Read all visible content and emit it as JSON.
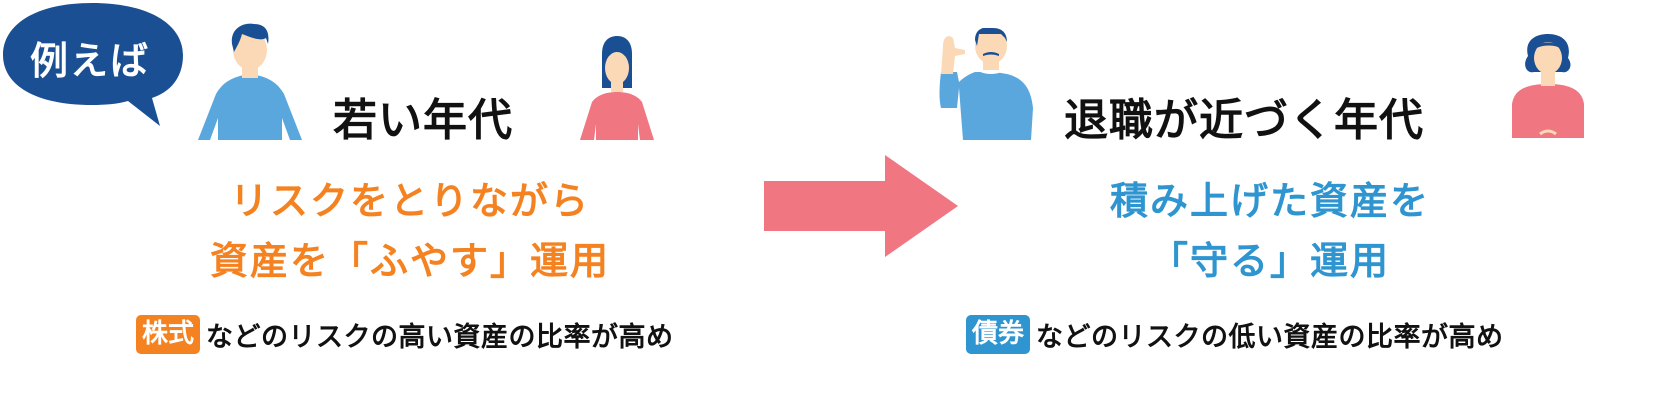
{
  "bubble": {
    "label": "例えば",
    "color": "#1b4f93"
  },
  "left": {
    "heading": "若い年代",
    "main_line1": "リスクをとりながら",
    "main_line2": "資産を「ふやす」運用",
    "badge": "株式",
    "description": "などのリスクの高い資産の比率が高め",
    "accent_color": "#f58220"
  },
  "arrow": {
    "icon": "right-arrow-icon",
    "color": "#f07682"
  },
  "right": {
    "heading": "退職が近づく年代",
    "main_line1": "積み上げた資産を",
    "main_line2": "「守る」運用",
    "badge": "債券",
    "description": "などのリスクの低い資産の比率が高め",
    "accent_color": "#2e95d0"
  },
  "figures": {
    "young_man": "young-man-icon",
    "young_woman": "young-woman-icon",
    "older_man": "older-man-icon",
    "older_woman": "older-woman-icon",
    "shirt_blue": "#5aa7dd",
    "shirt_pink": "#f07682",
    "hair": "#1b4f93",
    "skin": "#fcd9b6"
  }
}
